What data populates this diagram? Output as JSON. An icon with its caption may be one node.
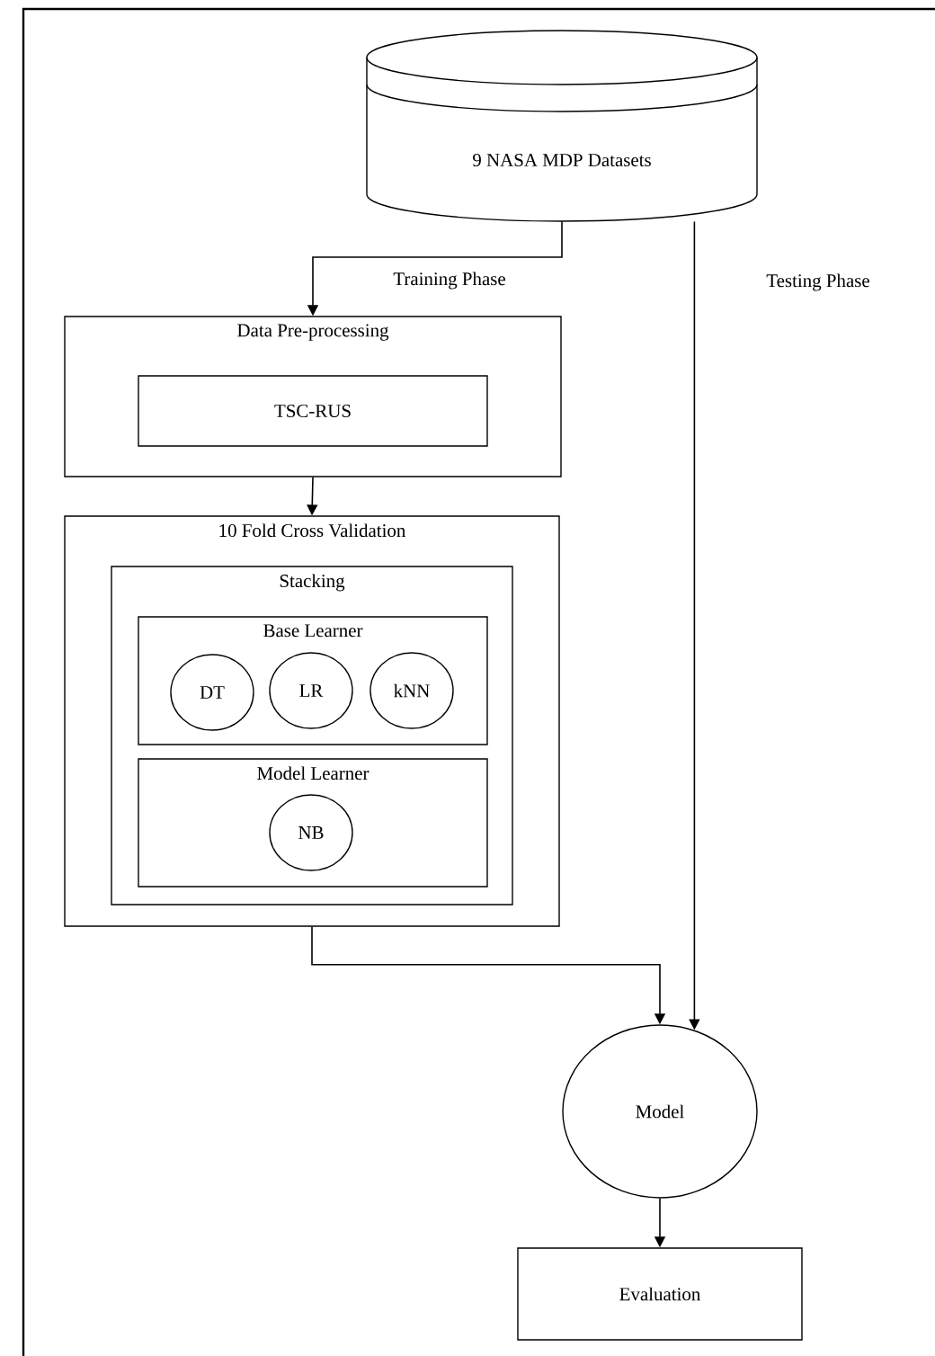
{
  "diagram": {
    "nodes": [
      {
        "text": [
          "9 NASA MDP Datasets"
        ]
      },
      {
        "text": [
          "Data Pre-processing"
        ]
      },
      {
        "text": [
          "TSC-RUS"
        ],
        "in": 1
      },
      {
        "text": [
          "10 Fold Cross Validation"
        ]
      },
      {
        "text": [
          "Stacking"
        ],
        "in": 3
      },
      {
        "text": [
          "Base Learner"
        ],
        "in": 4
      },
      {
        "text": [
          "DT"
        ],
        "in": 5
      },
      {
        "text": [
          "LR"
        ],
        "in": 5
      },
      {
        "text": [
          "kNN"
        ],
        "in": 5
      },
      {
        "text": [
          "Model  Learner"
        ],
        "in": 4
      },
      {
        "text": [
          "NB"
        ],
        "in": 9
      },
      {
        "text": [
          "Model"
        ]
      },
      {
        "text": [
          "Evaluation"
        ]
      }
    ],
    "edges": [
      {
        "from": 0,
        "to": 1,
        "arrow": "to",
        "label": "Training Phase"
      },
      {
        "from": 0,
        "to": 11,
        "arrow": "to",
        "label": "Testing Phase"
      },
      {
        "from": 1,
        "to": 3,
        "arrow": "to"
      },
      {
        "from": 3,
        "to": 11,
        "arrow": "to"
      },
      {
        "from": 11,
        "to": 12,
        "arrow": "to"
      }
    ]
  }
}
